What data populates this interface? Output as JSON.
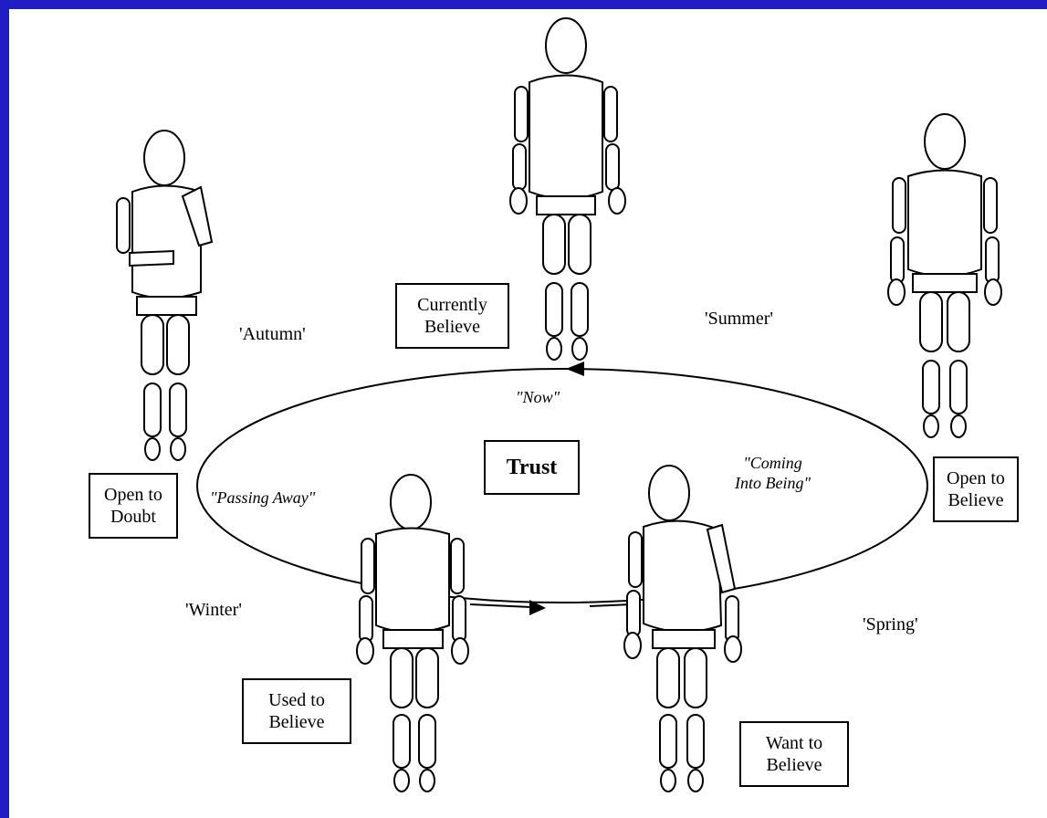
{
  "diagram": {
    "center_label": "Trust",
    "stages": {
      "top": "Currently\nBelieve",
      "right": "Open to\nBelieve",
      "left": "Open to\nDoubt",
      "bottom_left": "Used to\nBelieve",
      "bottom_right": "Want to\nBelieve"
    },
    "seasons": {
      "autumn": "'Autumn'",
      "summer": "'Summer'",
      "winter": "'Winter'",
      "spring": "'Spring'"
    },
    "phases": {
      "now": "\"Now\"",
      "passing_away": "\"Passing Away\"",
      "coming_into_being": "\"Coming\nInto Being\""
    }
  }
}
